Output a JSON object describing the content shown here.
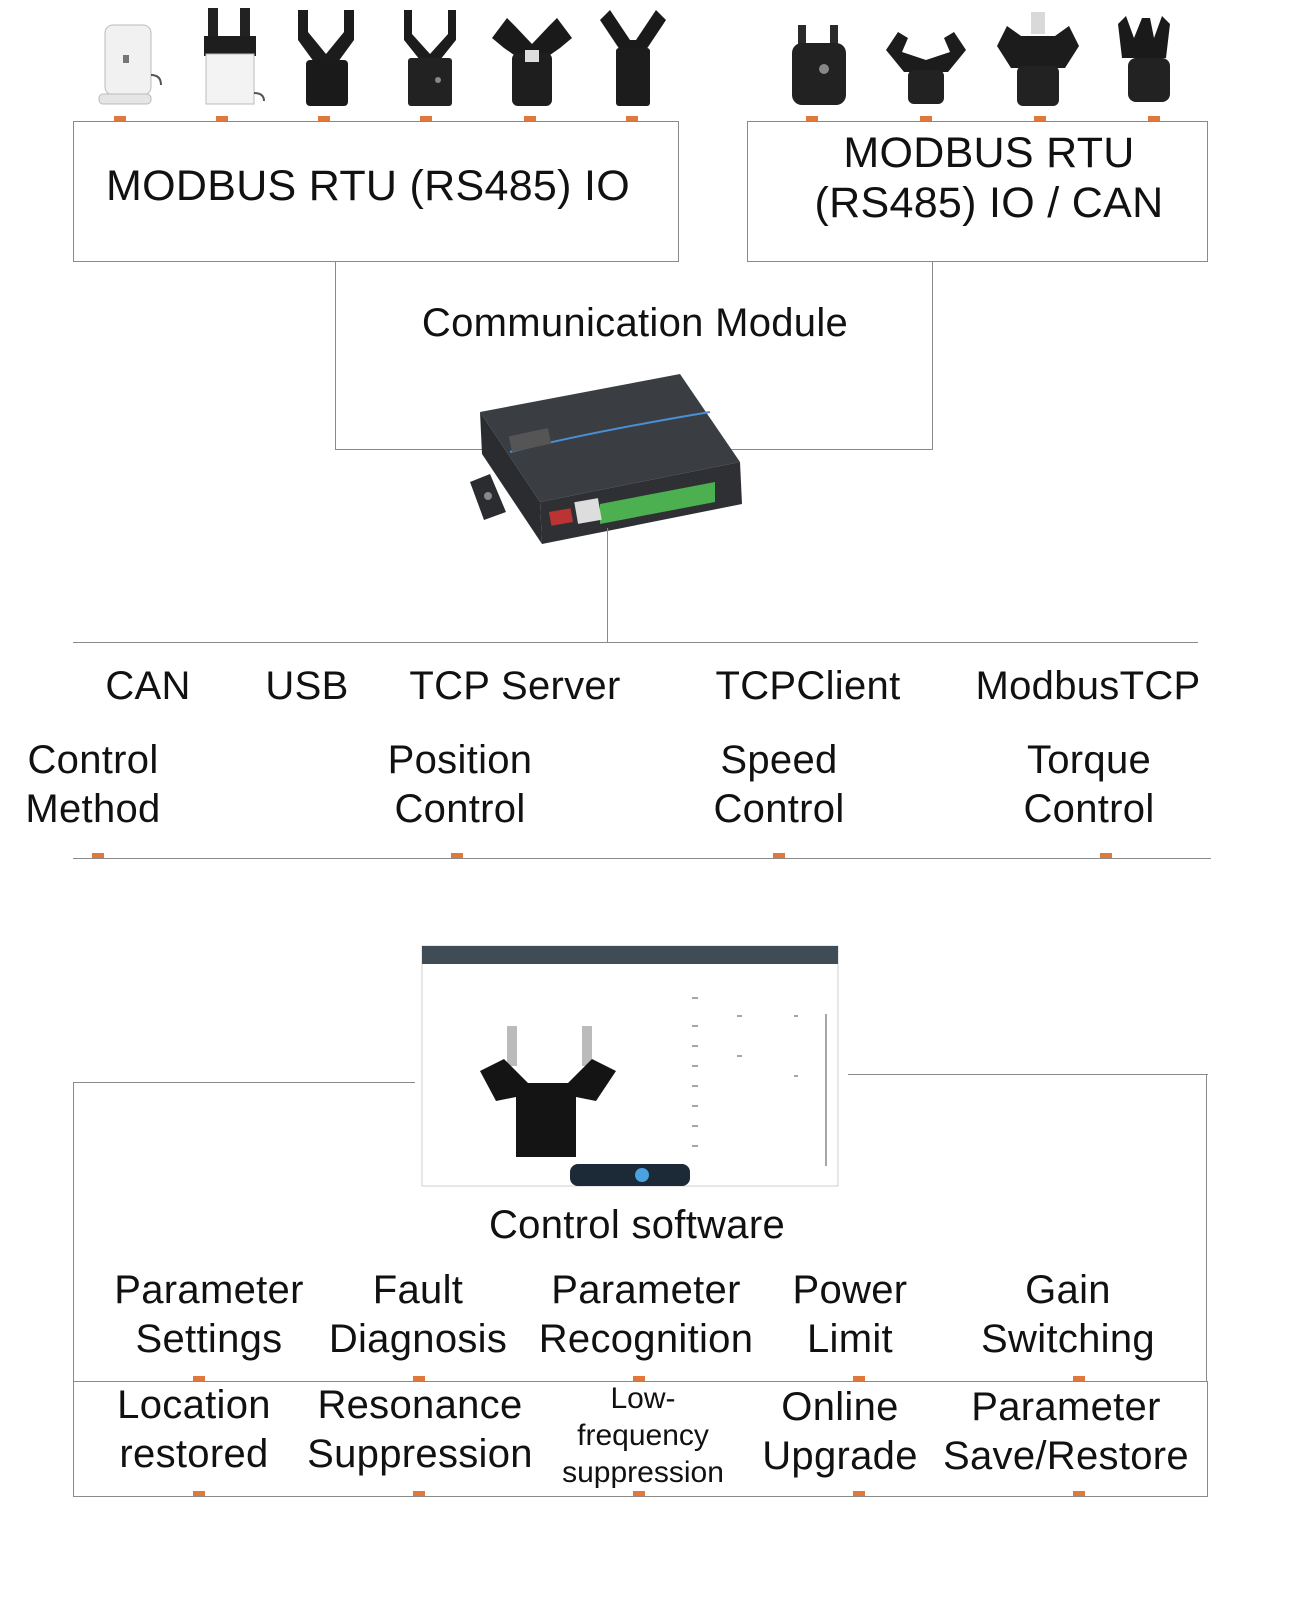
{
  "top_left_box": {
    "label": "MODBUS RTU (RS485) IO"
  },
  "top_right_box": {
    "label": "MODBUS RTU\n(RS485) IO / CAN"
  },
  "comm_module": {
    "label": "Communication Module"
  },
  "interfaces": [
    {
      "label": "CAN"
    },
    {
      "label": "USB"
    },
    {
      "label": "TCP Server"
    },
    {
      "label": "TCPClient"
    },
    {
      "label": "ModbusTCP"
    }
  ],
  "control_methods": [
    {
      "label": "Control\nMethod"
    },
    {
      "label": "Position\nControl"
    },
    {
      "label": "Speed\nControl"
    },
    {
      "label": "Torque\nControl"
    }
  ],
  "software": {
    "label": "Control software"
  },
  "features_row1": [
    {
      "label": "Parameter\nSettings"
    },
    {
      "label": "Fault\nDiagnosis"
    },
    {
      "label": "Parameter\nRecognition"
    },
    {
      "label": "Power\nLimit"
    },
    {
      "label": "Gain\nSwitching"
    }
  ],
  "features_row2": [
    {
      "label": "Location\nrestored"
    },
    {
      "label": "Resonance\nSuppression"
    },
    {
      "label": "Low-\nfrequency\nsuppression"
    },
    {
      "label": "Online\nUpgrade"
    },
    {
      "label": "Parameter\nSave/Restore"
    }
  ],
  "colors": {
    "tick": "#e0773b",
    "line": "#8a8a8a",
    "device": "#2b2b2b",
    "terminal": "#4caf50"
  },
  "icons": [
    "gripper-icon",
    "communication-module-icon",
    "software-screen-icon"
  ]
}
